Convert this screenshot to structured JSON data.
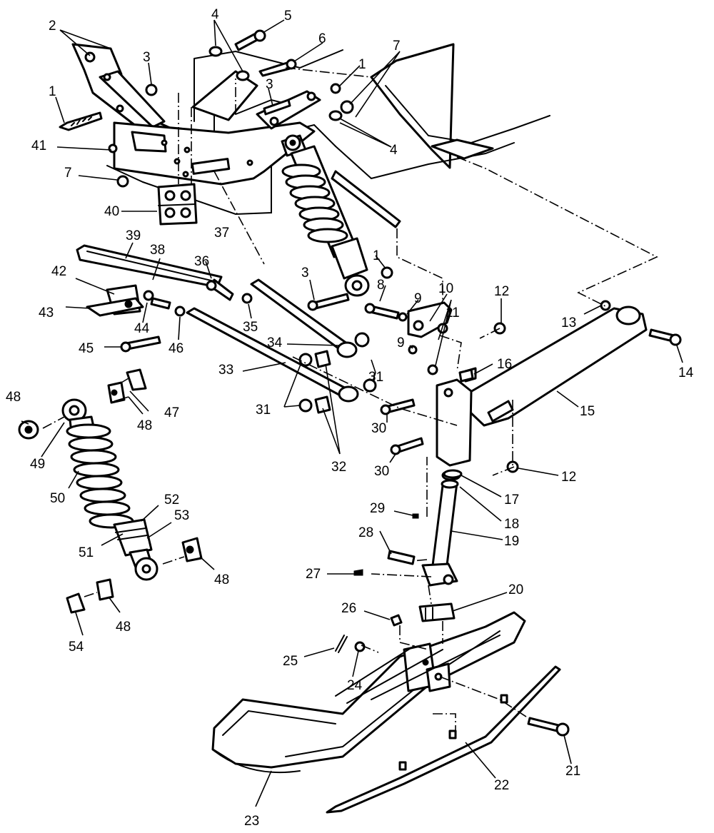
{
  "diagram": {
    "callouts": [
      {
        "n": "1"
      },
      {
        "n": "1"
      },
      {
        "n": "1"
      },
      {
        "n": "2"
      },
      {
        "n": "3"
      },
      {
        "n": "3"
      },
      {
        "n": "3"
      },
      {
        "n": "4"
      },
      {
        "n": "4"
      },
      {
        "n": "5"
      },
      {
        "n": "6"
      },
      {
        "n": "7"
      },
      {
        "n": "7"
      },
      {
        "n": "8"
      },
      {
        "n": "9"
      },
      {
        "n": "9"
      },
      {
        "n": "10"
      },
      {
        "n": "11"
      },
      {
        "n": "12"
      },
      {
        "n": "12"
      },
      {
        "n": "13"
      },
      {
        "n": "14"
      },
      {
        "n": "15"
      },
      {
        "n": "16"
      },
      {
        "n": "17"
      },
      {
        "n": "18"
      },
      {
        "n": "19"
      },
      {
        "n": "20"
      },
      {
        "n": "21"
      },
      {
        "n": "22"
      },
      {
        "n": "23"
      },
      {
        "n": "24"
      },
      {
        "n": "25"
      },
      {
        "n": "26"
      },
      {
        "n": "27"
      },
      {
        "n": "28"
      },
      {
        "n": "29"
      },
      {
        "n": "30"
      },
      {
        "n": "30"
      },
      {
        "n": "31"
      },
      {
        "n": "31"
      },
      {
        "n": "32"
      },
      {
        "n": "33"
      },
      {
        "n": "34"
      },
      {
        "n": "35"
      },
      {
        "n": "36"
      },
      {
        "n": "37"
      },
      {
        "n": "38"
      },
      {
        "n": "39"
      },
      {
        "n": "40"
      },
      {
        "n": "41"
      },
      {
        "n": "42"
      },
      {
        "n": "43"
      },
      {
        "n": "44"
      },
      {
        "n": "45"
      },
      {
        "n": "46"
      },
      {
        "n": "47"
      },
      {
        "n": "48"
      },
      {
        "n": "48"
      },
      {
        "n": "48"
      },
      {
        "n": "48"
      },
      {
        "n": "49"
      },
      {
        "n": "50"
      },
      {
        "n": "51"
      },
      {
        "n": "52"
      },
      {
        "n": "53"
      },
      {
        "n": "54"
      }
    ]
  }
}
